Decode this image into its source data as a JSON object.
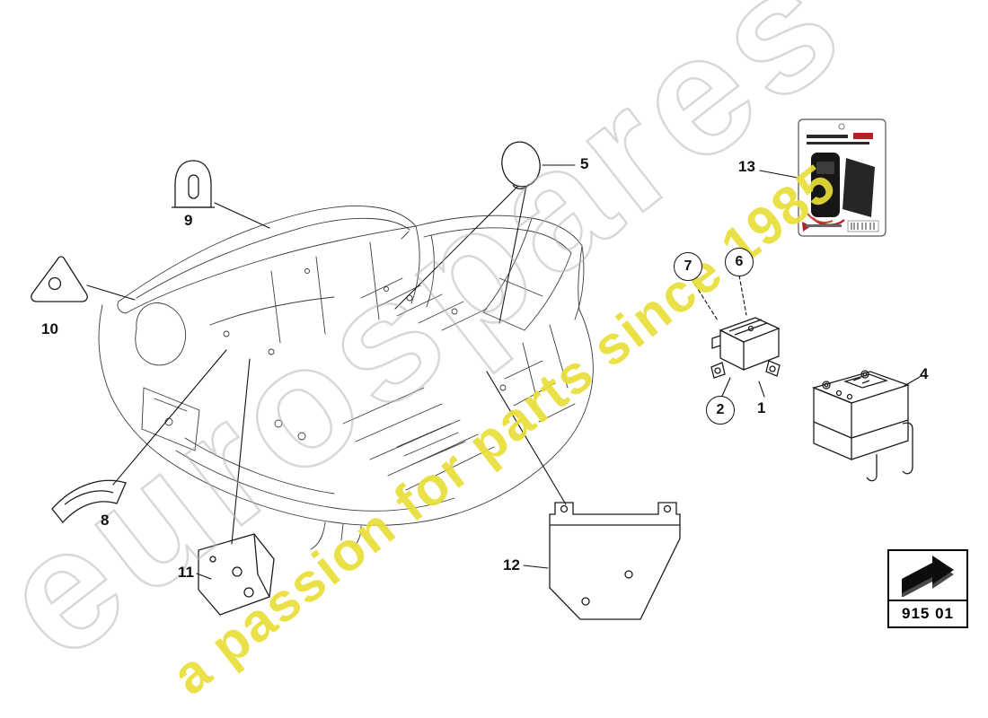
{
  "page": {
    "part_code": "915 01"
  },
  "watermark": {
    "brand": "eurospares",
    "tagline": "a passion for parts since 1985"
  },
  "colors": {
    "watermark_yellow": "#e8de3a",
    "line": "#1c1c1c",
    "red_accent": "#b42025"
  },
  "callouts": {
    "c1": "1",
    "c2": "2",
    "c4": "4",
    "c5": "5",
    "c6": "6",
    "c7": "7",
    "c8": "8",
    "c9": "9",
    "c10": "10",
    "c11": "11",
    "c12": "12",
    "c13": "13"
  }
}
